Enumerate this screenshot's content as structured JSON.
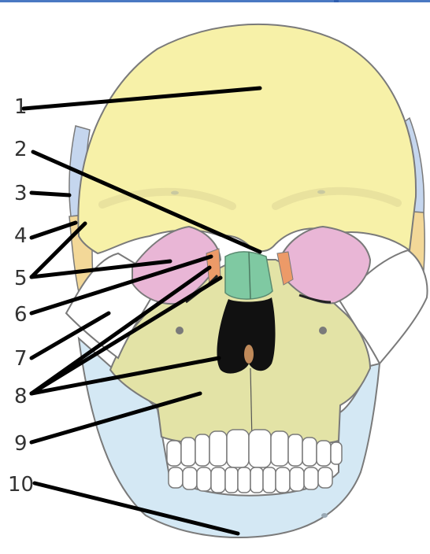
{
  "diagram": {
    "labels": [
      "1",
      "2",
      "3",
      "4",
      "5",
      "6",
      "7",
      "8",
      "9",
      "10"
    ]
  },
  "colors": {
    "frontal": "#f7f1a8",
    "parietal": "#c5d6ee",
    "temporal": "#f3d898",
    "sphenoid": "#e9b6d6",
    "nasal": "#7fc9a2",
    "maxilla": "#e3e3a6",
    "zygomatic": "#ffffff",
    "mandible": "#d4e8f4",
    "lacrimal": "#ec9a68",
    "outline": "#7a7a7a",
    "leader": "#000000"
  },
  "icons": [
    "skull-illustration"
  ]
}
